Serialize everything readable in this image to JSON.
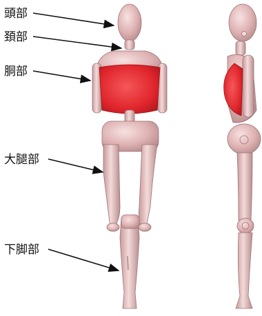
{
  "labels": {
    "head": "頭部",
    "neck": "頚部",
    "torso": "胴部",
    "thigh": "大腿部",
    "lower_leg": "下脚部"
  },
  "colors": {
    "body": "#e3b8b8",
    "body_light": "#f4dada",
    "body_dark": "#b88e8f",
    "torso_red": "#e0262c",
    "torso_red_light": "#f5575a",
    "arrow": "#111111"
  }
}
